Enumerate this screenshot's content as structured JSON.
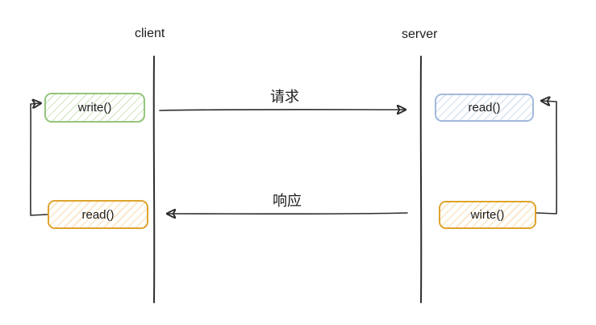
{
  "diagram": {
    "actors": {
      "client": {
        "label": "client"
      },
      "server": {
        "label": "server"
      }
    },
    "nodes": {
      "client_write": {
        "label": "write()",
        "color": "green"
      },
      "client_read": {
        "label": "read()",
        "color": "orange"
      },
      "server_read": {
        "label": "read()",
        "color": "blue"
      },
      "server_write": {
        "label": "wirte()",
        "color": "orange"
      }
    },
    "messages": {
      "request": {
        "label": "请求",
        "from": "client",
        "to": "server"
      },
      "response": {
        "label": "响应",
        "from": "server",
        "to": "client"
      }
    },
    "colors": {
      "green_border": "#94c57c",
      "green_hatch": "#ddeed2",
      "blue_border": "#a3b9dc",
      "blue_hatch": "#dce6f4",
      "orange_border": "#dfa32d",
      "orange_hatch": "#f9e5c6",
      "line": "#2e2e2e",
      "text": "#1c1c1c"
    }
  }
}
